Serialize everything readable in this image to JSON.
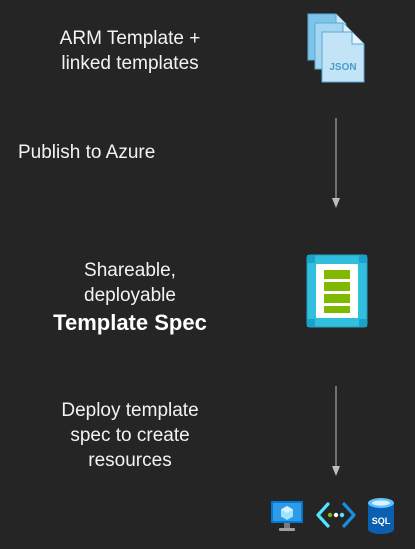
{
  "steps": {
    "arm": {
      "line1": "ARM Template +",
      "line2": "linked templates"
    },
    "publish": {
      "text": "Publish to Azure"
    },
    "spec": {
      "line1": "Shareable,",
      "line2": "deployable",
      "line3": "Template Spec"
    },
    "deploy": {
      "line1": "Deploy template",
      "line2": "spec to create",
      "line3": "resources"
    }
  },
  "icons": {
    "json_files": {
      "name": "json-files-icon",
      "label": "JSON",
      "color": "#9fd3ef"
    },
    "template_spec": {
      "name": "template-spec-icon",
      "color": "#32bedd",
      "accent": "#7fba00"
    },
    "resources": [
      {
        "name": "virtual-machine-icon",
        "color": "#0078d4"
      },
      {
        "name": "api-connection-icon",
        "color": "#50e6ff"
      },
      {
        "name": "sql-database-icon",
        "color": "#0078d4",
        "label": "SQL"
      }
    ]
  },
  "colors": {
    "background": "#252526",
    "text": "#f3f3f3",
    "arrow": "#bdbdbd"
  }
}
